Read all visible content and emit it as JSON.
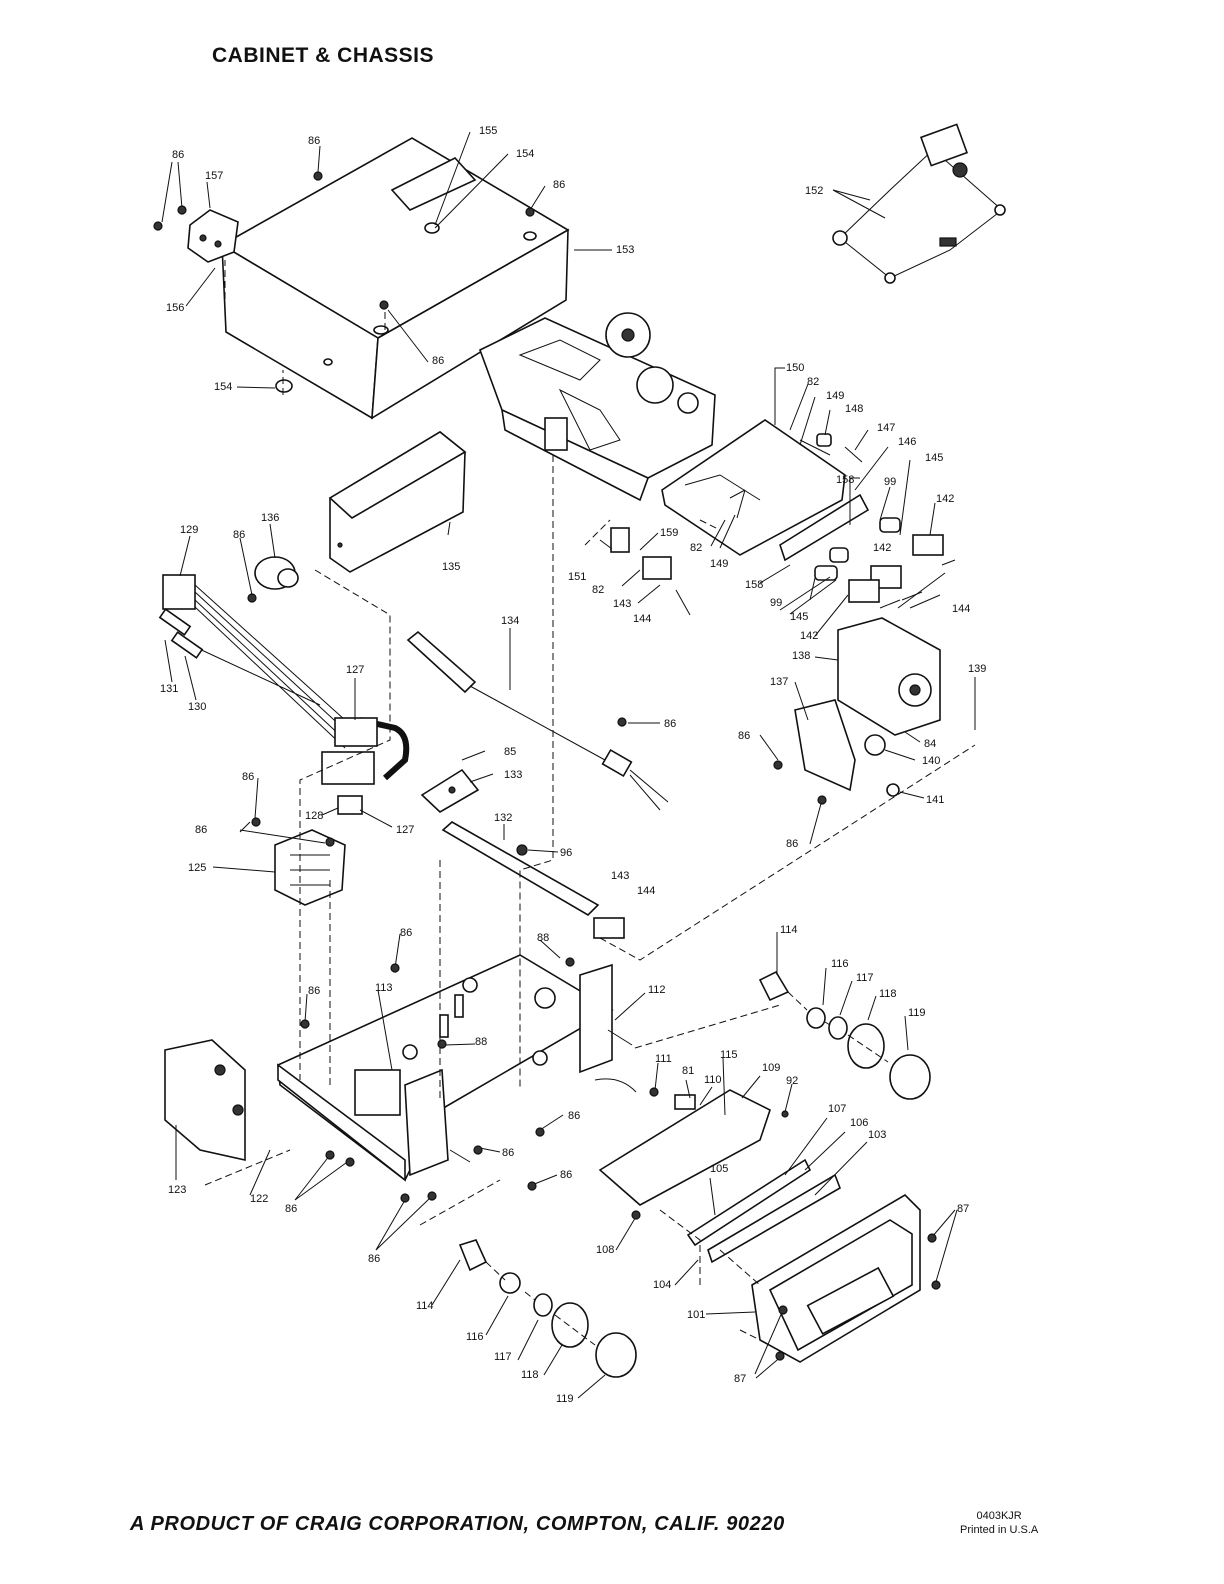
{
  "page": {
    "title": "CABINET & CHASSIS",
    "footer": "A PRODUCT OF CRAIG CORPORATION, COMPTON, CALIF. 90220",
    "code": "0403KJR",
    "printed": "Printed in U.S.A"
  },
  "parts": {
    "86": "86",
    "157": "157",
    "156": "156",
    "155": "155",
    "154": "154",
    "153": "153",
    "152": "152",
    "150": "150",
    "82": "82",
    "149": "149",
    "148": "148",
    "147": "147",
    "146": "146",
    "145": "145",
    "158": "158",
    "99": "99",
    "142": "142",
    "144": "144",
    "159": "159",
    "151": "151",
    "143": "143",
    "136": "136",
    "135": "135",
    "129": "129",
    "134": "134",
    "131": "131",
    "130": "130",
    "127": "127",
    "138": "138",
    "137": "137",
    "139": "139",
    "84": "84",
    "140": "140",
    "141": "141",
    "85": "85",
    "133": "133",
    "128": "128",
    "125": "125",
    "132": "132",
    "96": "96",
    "114": "114",
    "116": "116",
    "117": "117",
    "118": "118",
    "119": "119",
    "88": "88",
    "112": "112",
    "113": "113",
    "123": "123",
    "111": "111",
    "81": "81",
    "110": "110",
    "115": "115",
    "109": "109",
    "92": "92",
    "107": "107",
    "106": "106",
    "103": "103",
    "105": "105",
    "108": "108",
    "104": "104",
    "101": "101",
    "87": "87",
    "122": "122"
  }
}
